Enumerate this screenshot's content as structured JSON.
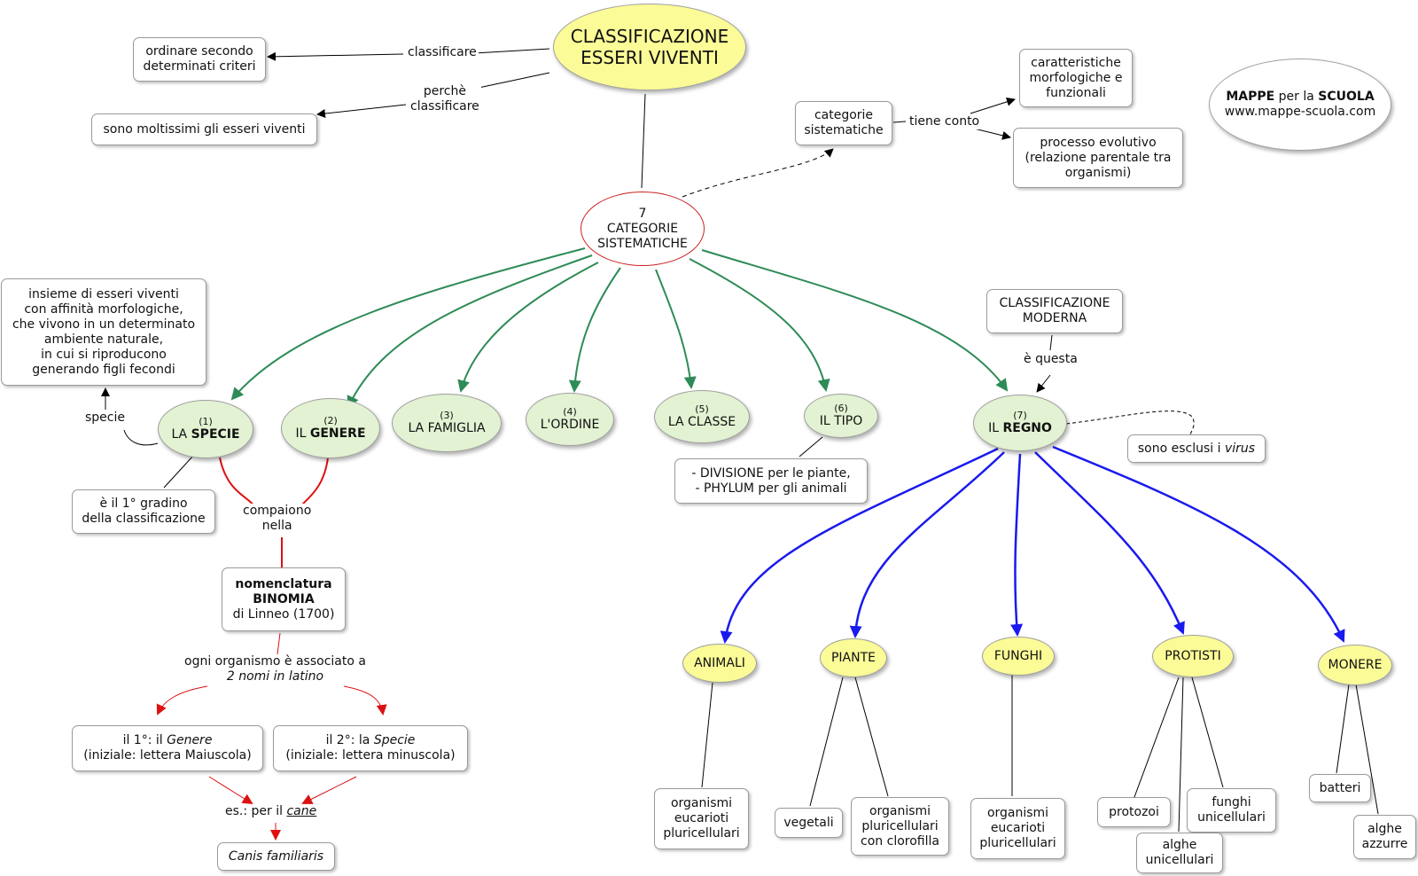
{
  "title": [
    "CLASSIFICAZIONE",
    "ESSERI VIVENTI"
  ],
  "central": [
    "7",
    "CATEGORIE",
    "SISTEMATICHE"
  ],
  "brand": {
    "bold1": "MAPPE",
    "mid": " per la ",
    "bold2": "SCUOLA",
    "url": "www.mappe-scuola.com"
  },
  "top_left": {
    "classificare_label": "classificare",
    "ordinare": [
      "ordinare secondo",
      "determinati criteri"
    ],
    "perche_label": [
      "perchè",
      "classificare"
    ],
    "moltissimi": "sono moltissimi gli esseri viventi"
  },
  "top_right": {
    "categorie": [
      "categorie",
      "sistematiche"
    ],
    "tiene_conto": "tiene conto",
    "caratteristiche": [
      "caratteristiche",
      "morfologiche e",
      "funzionali"
    ],
    "processo": [
      "processo evolutivo",
      "(relazione parentale tra",
      "organismi)"
    ]
  },
  "categories": [
    {
      "num": "(1)",
      "pre": "LA ",
      "bold": "SPECIE"
    },
    {
      "num": "(2)",
      "pre": "IL ",
      "bold": "GENERE"
    },
    {
      "num": "(3)",
      "pre": "LA FAMIGLIA",
      "bold": ""
    },
    {
      "num": "(4)",
      "pre": "L'ORDINE",
      "bold": ""
    },
    {
      "num": "(5)",
      "pre": "LA CLASSE",
      "bold": ""
    },
    {
      "num": "(6)",
      "pre": "IL TIPO",
      "bold": ""
    },
    {
      "num": "(7)",
      "pre": "IL ",
      "bold": "REGNO"
    }
  ],
  "specie": {
    "label": "specie",
    "definition": [
      "insieme di esseri viventi",
      "con affinità morfologiche,",
      "che vivono in un determinato",
      "ambiente naturale,",
      "in cui si riproducono",
      "generando figli fecondi"
    ],
    "primo_grado": [
      "è il 1° gradino",
      "della classificazione"
    ]
  },
  "nomenclatura": {
    "compaiono": [
      "compaiono",
      "nella"
    ],
    "title1": "nomenclatura",
    "title2": "BINOMIA",
    "title3": "di Linneo (1700)",
    "associato": "ogni organismo è associato a",
    "nomi": "2 nomi in latino",
    "primo_pre": "il 1°: il ",
    "primo_it": "Genere",
    "primo_sub": "(iniziale: lettera Maiuscola)",
    "secondo_pre": "il 2°: la ",
    "secondo_it": "Specie",
    "secondo_sub": "(iniziale: lettera minuscola)",
    "es_pre": "es.: per il ",
    "es_it": "cane",
    "esempio": "Canis familiaris"
  },
  "tipo_note": [
    "- DIVISIONE per le piante,",
    "- PHYLUM per gli animali"
  ],
  "regno": {
    "moderna": [
      "CLASSIFICAZIONE",
      "MODERNA"
    ],
    "e_questa": "è questa",
    "virus_pre": "sono esclusi i ",
    "virus_it": "virus"
  },
  "kingdoms": [
    "ANIMALI",
    "PIANTE",
    "FUNGHI",
    "PROTISTI",
    "MONERE"
  ],
  "leaves": {
    "animali": [
      "organismi",
      "eucarioti",
      "pluricellulari"
    ],
    "vegetali": "vegetali",
    "piante_org": [
      "organismi",
      "pluricellulari",
      "con clorofilla"
    ],
    "funghi": [
      "organismi",
      "eucarioti",
      "pluricellulari"
    ],
    "protozoi": "protozoi",
    "funghi_uni": [
      "funghi",
      "unicellulari"
    ],
    "alghe_uni": [
      "alghe",
      "unicellulari"
    ],
    "batteri": "batteri",
    "alghe_azz": [
      "alghe",
      "azzurre"
    ]
  },
  "colors": {
    "green_arrow": "#2e8b57",
    "blue_arrow": "#1a1aee",
    "red_line": "#dd1111",
    "green_fill": "#e2f2d2",
    "yellow_fill": "#fbfb97"
  }
}
